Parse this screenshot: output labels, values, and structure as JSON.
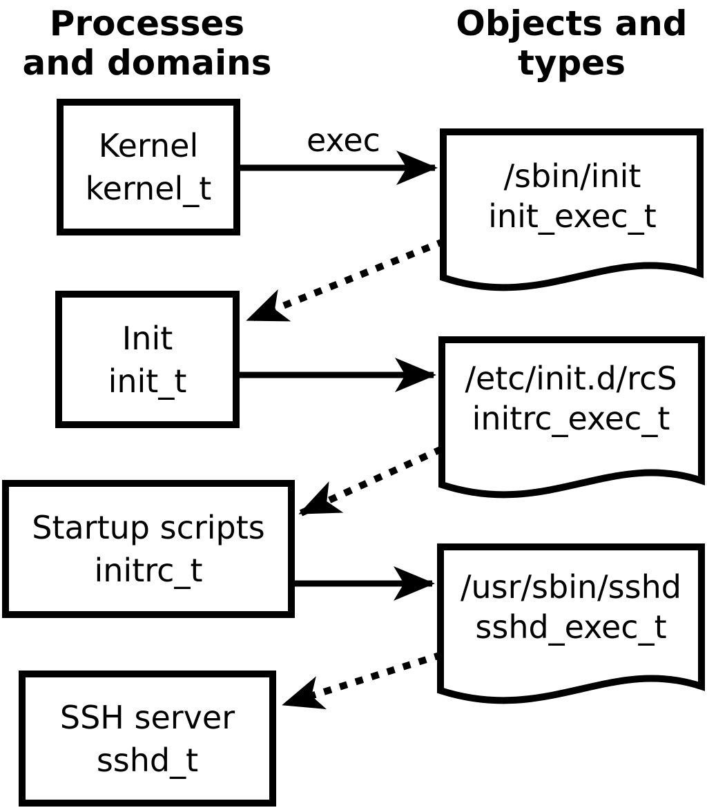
{
  "diagram": {
    "columns": {
      "left_header": {
        "line1": "Processes",
        "line2": "and domains"
      },
      "right_header": {
        "line1": "Objects and",
        "line2": "types"
      }
    },
    "process_boxes": [
      {
        "name": "Kernel",
        "domain": "kernel_t"
      },
      {
        "name": "Init",
        "domain": "init_t"
      },
      {
        "name": "Startup scripts",
        "domain": "initrc_t"
      },
      {
        "name": "SSH server",
        "domain": "sshd_t"
      }
    ],
    "object_docs": [
      {
        "path": "/sbin/init",
        "type": "init_exec_t"
      },
      {
        "path": "/etc/init.d/rcS",
        "type": "initrc_exec_t"
      },
      {
        "path": "/usr/sbin/sshd",
        "type": "sshd_exec_t"
      }
    ],
    "edges": [
      {
        "from": "kernel_t",
        "to": "init_exec_t",
        "style": "solid",
        "label": "exec"
      },
      {
        "from": "init_exec_t",
        "to": "init_t",
        "style": "dotted",
        "label": ""
      },
      {
        "from": "init_t",
        "to": "initrc_exec_t",
        "style": "solid",
        "label": ""
      },
      {
        "from": "initrc_exec_t",
        "to": "initrc_t",
        "style": "dotted",
        "label": ""
      },
      {
        "from": "initrc_t",
        "to": "sshd_exec_t",
        "style": "solid",
        "label": ""
      },
      {
        "from": "sshd_exec_t",
        "to": "sshd_t",
        "style": "dotted",
        "label": ""
      }
    ],
    "edge_label_exec": "exec",
    "colors": {
      "foreground": "#000000",
      "background": "#ffffff"
    }
  }
}
